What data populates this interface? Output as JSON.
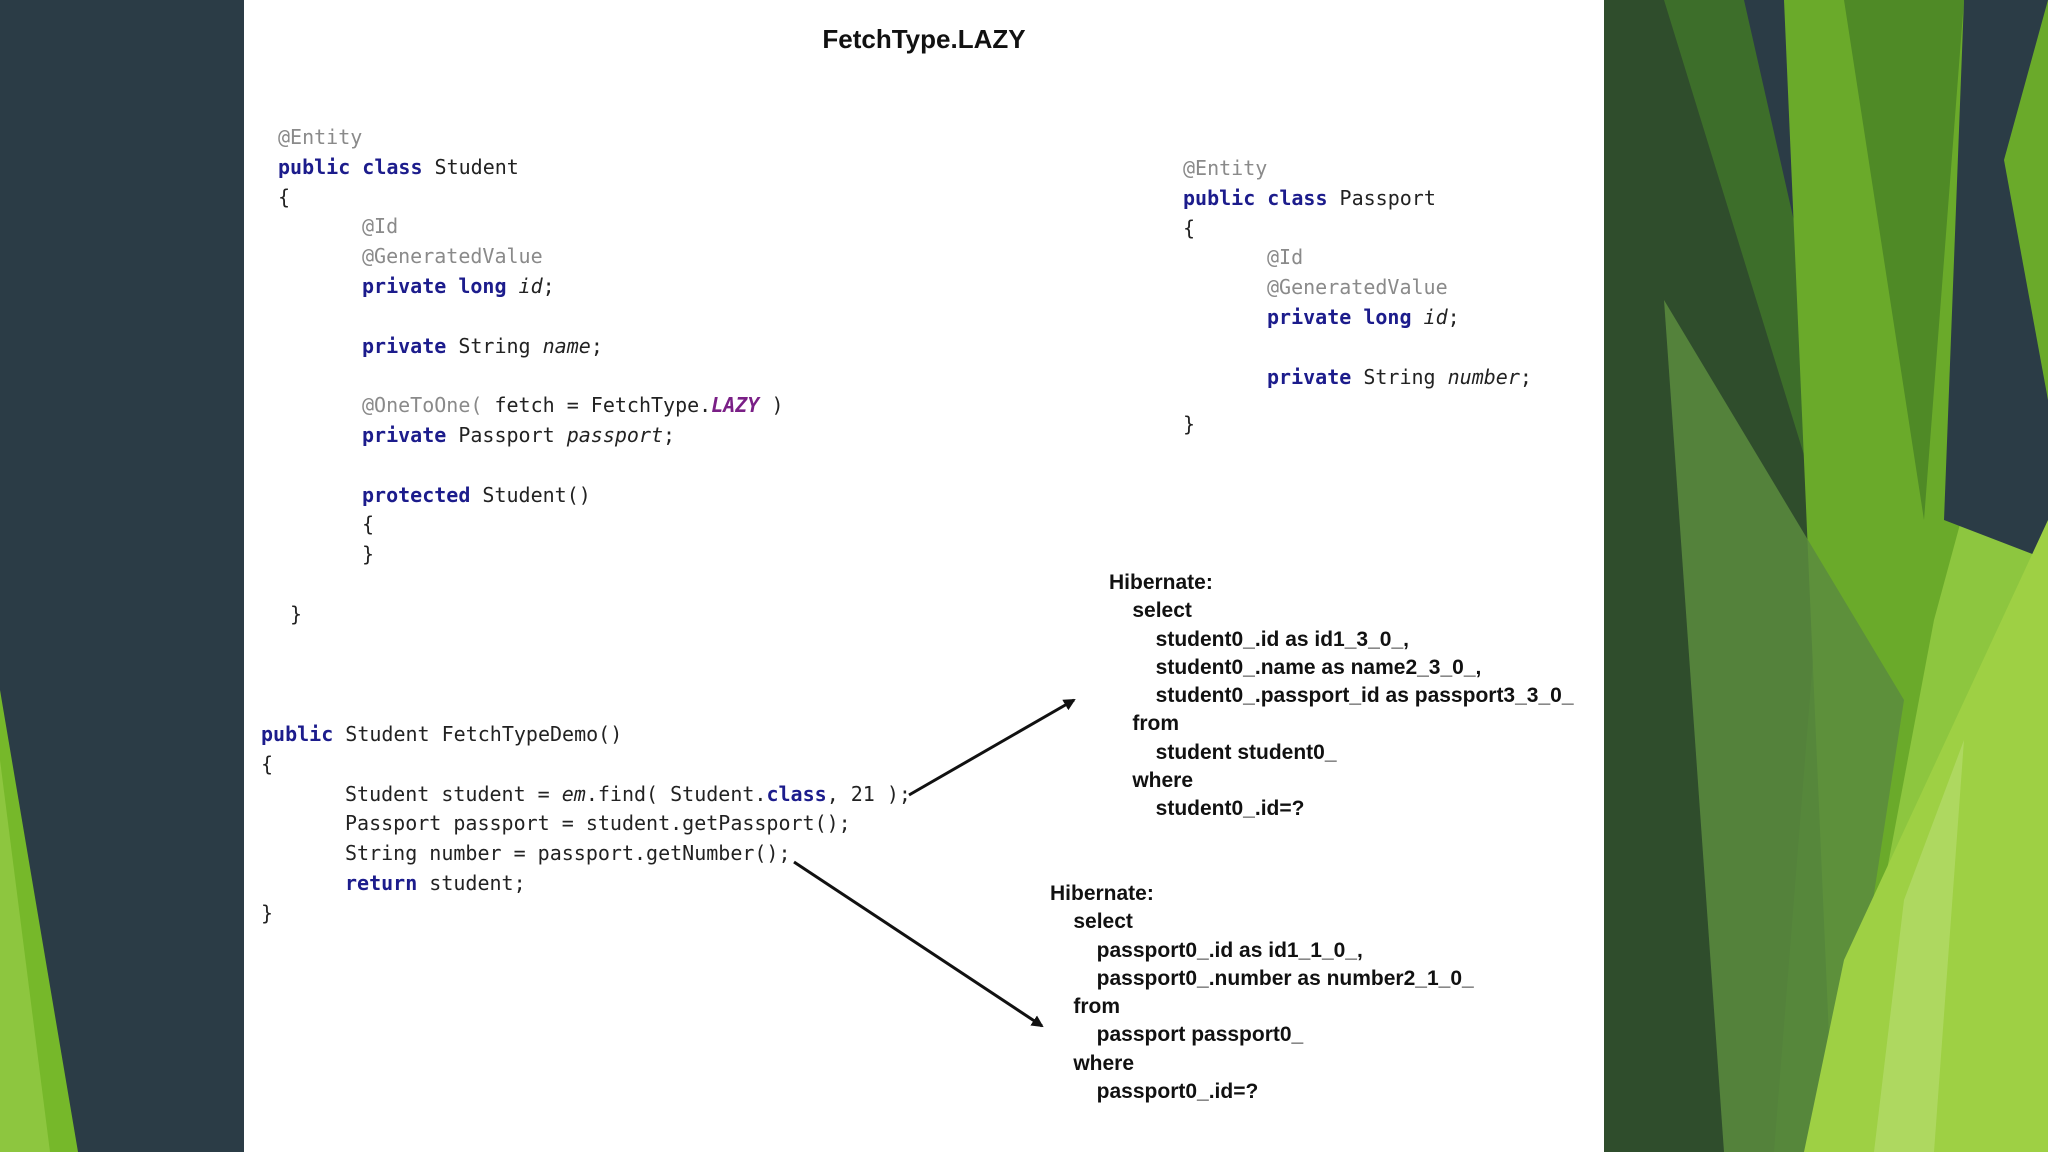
{
  "slide": {
    "title": "FetchType.LAZY"
  },
  "student_class": {
    "l1": "@Entity",
    "l2_kw": "public class",
    "l2_name": "Student",
    "l3": "{",
    "l4": "@Id",
    "l5": "@GeneratedValue",
    "l6_kw": "private long",
    "l6_field": "id",
    "l8_kw": "private",
    "l8_type": "String",
    "l8_field": "name",
    "l10_ann": "@OneToOne(",
    "l10_text": "fetch = FetchType.",
    "l10_const": "LAZY",
    "l10_end": ")",
    "l11_kw": "private",
    "l11_type": "Passport",
    "l11_field": "passport",
    "l13_kw": "protected",
    "l13_rest": "Student()",
    "l14": "{",
    "l15": "}",
    "l17": "}"
  },
  "passport_class": {
    "l1": "@Entity",
    "l2_kw": "public class",
    "l2_name": "Passport",
    "l3": "{",
    "l4": "@Id",
    "l5": "@GeneratedValue",
    "l6_kw": "private long",
    "l6_field": "id",
    "l8_kw": "private",
    "l8_type": "String",
    "l8_field": "number",
    "l9": "}"
  },
  "demo_method": {
    "l1_kw": "public",
    "l1_rest": "Student FetchTypeDemo()",
    "l2": "{",
    "l3_a": "Student student = ",
    "l3_em": "em",
    "l3_b": ".find( Student.",
    "l3_kw": "class",
    "l3_c": ", 21 );",
    "l4": "Passport passport = student.getPassport();",
    "l5": "String number = passport.getNumber();",
    "l6_kw": "return",
    "l6_rest": "student;",
    "l7": "}"
  },
  "sql_student": {
    "lines": [
      "Hibernate:",
      "    select",
      "        student0_.id as id1_3_0_,",
      "        student0_.name as name2_3_0_,",
      "        student0_.passport_id as passport3_3_0_",
      "    from",
      "        student student0_",
      "    where",
      "        student0_.id=?"
    ]
  },
  "sql_passport": {
    "lines": [
      "Hibernate:",
      "    select",
      "        passport0_.id as id1_1_0_,",
      "        passport0_.number as number2_1_0_",
      "    from",
      "        passport passport0_",
      "    where",
      "        passport0_.id=?"
    ]
  },
  "colors": {
    "keyword": "#1c1c8c",
    "annotation": "#8a8a8a",
    "enum_constant": "#7a1f86",
    "dark_bg": "#2b3c46",
    "green_light": "#8dc63f",
    "green_dark": "#3e7a24"
  }
}
